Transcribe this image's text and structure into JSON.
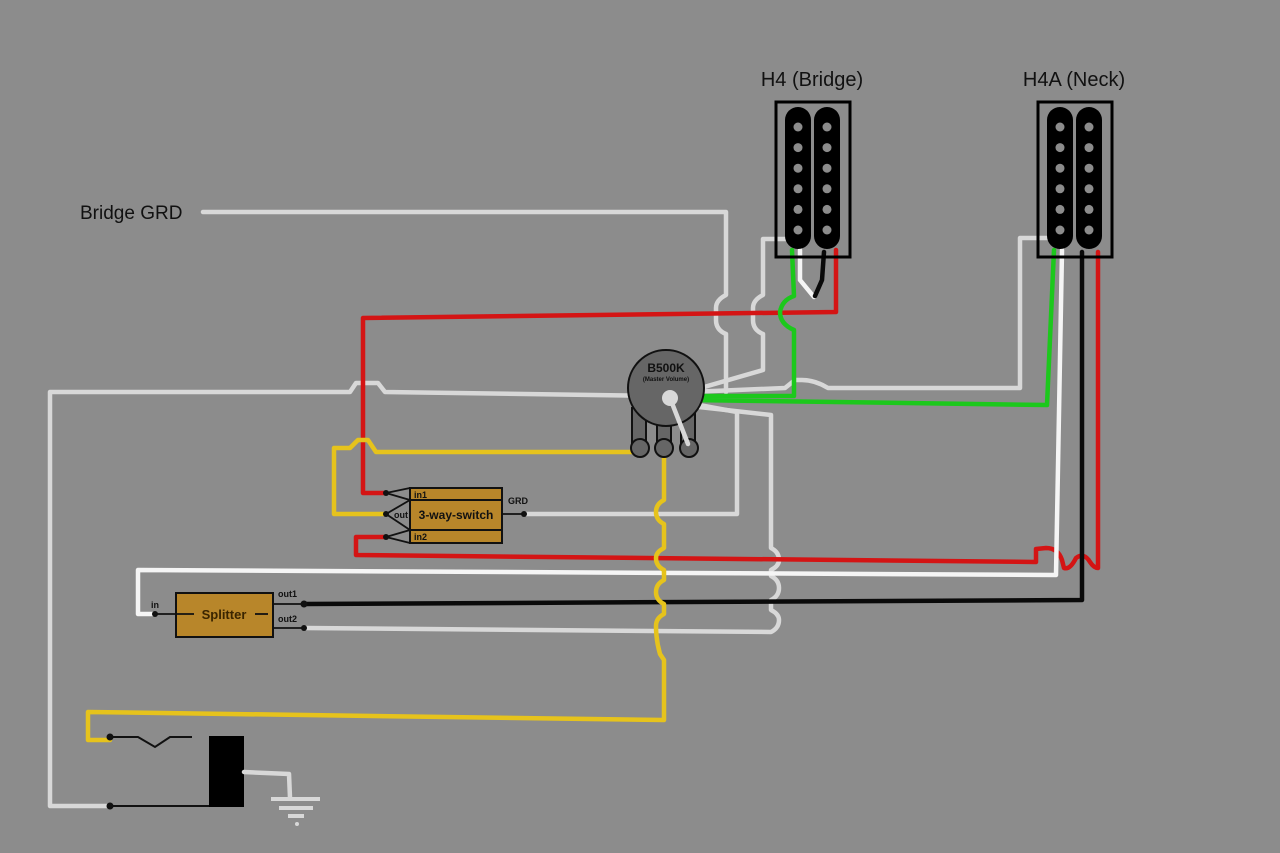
{
  "diagram": {
    "title": "Guitar wiring diagram",
    "colors": {
      "background": "#8c8c8c",
      "wire_red": "#d41414",
      "wire_green": "#1cc81c",
      "wire_white": "#f5f5f5",
      "wire_lightgray": "#d8d8d8",
      "wire_black": "#0a0a0a",
      "wire_yellow": "#e6c31c",
      "component_fill": "#b8862a",
      "pot_fill": "#666666"
    },
    "labels": {
      "bridge_grd": "Bridge GRD"
    },
    "pickups": [
      {
        "name": "H4 (Bridge)",
        "type": "humbucker",
        "poles_per_coil": 6
      },
      {
        "name": "H4A (Neck)",
        "type": "humbucker",
        "poles_per_coil": 6
      }
    ],
    "pot": {
      "value": "B500K",
      "function": "(Master Volume)"
    },
    "switch": {
      "label": "3-way-switch",
      "in1": "in1",
      "out": "out",
      "in2": "in2",
      "grd": "GRD"
    },
    "splitter": {
      "label": "Splitter",
      "in": "in",
      "out1": "out1",
      "out2": "out2"
    },
    "jack": {
      "name": "output-jack"
    },
    "ground": {
      "name": "ground-symbol"
    }
  }
}
